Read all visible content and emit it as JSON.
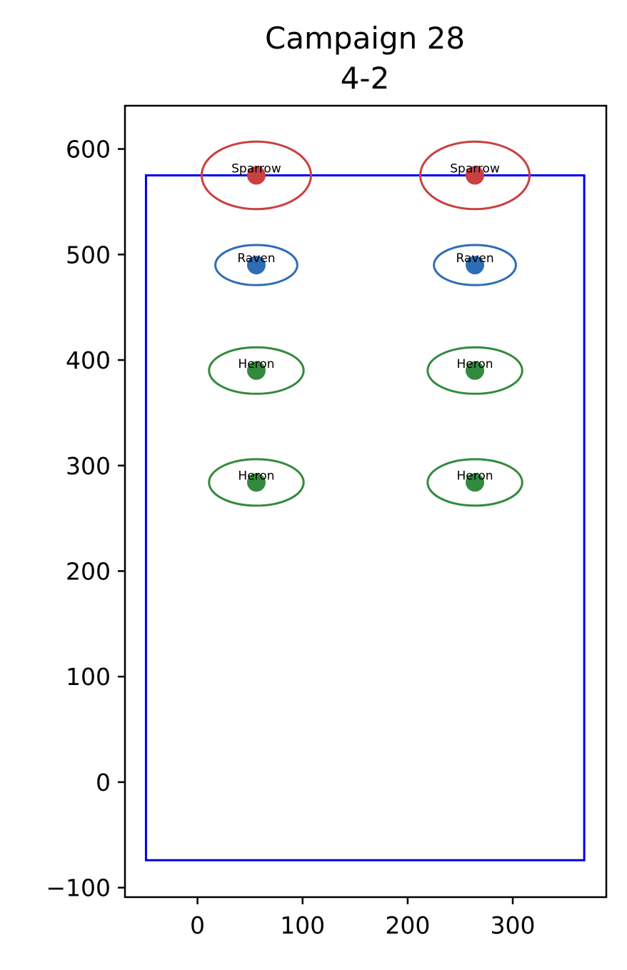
{
  "chart_data": {
    "type": "scatter",
    "title_lines": [
      "Campaign 28",
      "4-2"
    ],
    "xlabel": "",
    "ylabel": "",
    "xlim": [
      -69,
      389
    ],
    "ylim": [
      -109,
      641
    ],
    "x_ticks": [
      0,
      100,
      200,
      300
    ],
    "y_ticks": [
      -100,
      0,
      100,
      200,
      300,
      400,
      500,
      600
    ],
    "x_tick_labels": [
      "0",
      "100",
      "200",
      "300"
    ],
    "y_tick_labels": [
      "−100",
      "0",
      "100",
      "200",
      "300",
      "400",
      "500",
      "600"
    ],
    "grid": false,
    "boundary": {
      "x0": -49,
      "x1": 368,
      "y0": -74,
      "y1": 575,
      "color": "#0000ee"
    },
    "points": [
      {
        "label": "Sparrow",
        "x": 56,
        "y": 575,
        "rx": 52,
        "ry": 32,
        "color": "#c94040"
      },
      {
        "label": "Sparrow",
        "x": 264,
        "y": 575,
        "rx": 52,
        "ry": 32,
        "color": "#c94040"
      },
      {
        "label": "Raven",
        "x": 56,
        "y": 490,
        "rx": 39,
        "ry": 19,
        "color": "#2e6db4"
      },
      {
        "label": "Raven",
        "x": 264,
        "y": 490,
        "rx": 39,
        "ry": 19,
        "color": "#2e6db4"
      },
      {
        "label": "Heron",
        "x": 56,
        "y": 390,
        "rx": 45,
        "ry": 22,
        "color": "#338a3e"
      },
      {
        "label": "Heron",
        "x": 264,
        "y": 390,
        "rx": 45,
        "ry": 22,
        "color": "#338a3e"
      },
      {
        "label": "Heron",
        "x": 56,
        "y": 284,
        "rx": 45,
        "ry": 22,
        "color": "#338a3e"
      },
      {
        "label": "Heron",
        "x": 264,
        "y": 284,
        "rx": 45,
        "ry": 22,
        "color": "#338a3e"
      }
    ]
  }
}
